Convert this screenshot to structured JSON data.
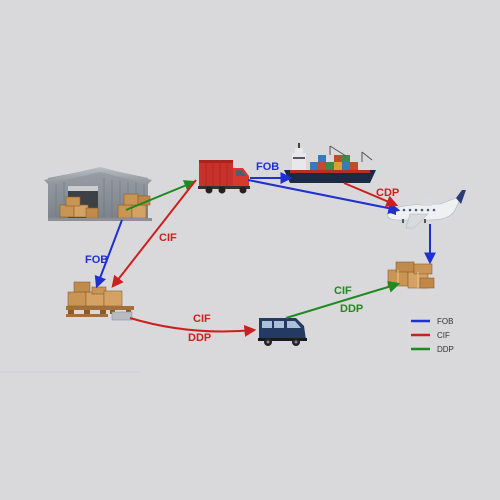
{
  "colors": {
    "background": "#d9d9dc",
    "fob": "#1f2fd0",
    "cif": "#cc1f1f",
    "ddp": "#1f8a1f"
  },
  "nodes": {
    "warehouse": {
      "icon": "warehouse-icon"
    },
    "truck": {
      "icon": "truck-icon"
    },
    "ship": {
      "icon": "cargo-ship-icon"
    },
    "plane": {
      "icon": "airplane-icon"
    },
    "pallet": {
      "icon": "boxes-on-pallet-icon"
    },
    "van": {
      "icon": "delivery-van-icon"
    },
    "destination_boxes": {
      "icon": "destination-boxes-icon"
    }
  },
  "edge_labels": {
    "truck_to_ship": "FOB",
    "ship_to_plane": "CDP",
    "warehouse_to_truck": "CIF",
    "warehouse_to_pallet": "FOB",
    "pallet_to_van_top": "CIF",
    "pallet_to_van_bottom": "DDP",
    "van_to_destination_top": "CIF",
    "van_to_destination_bottom": "DDP"
  },
  "legend": {
    "items": [
      {
        "label": "FOB",
        "color": "#1f2fd0"
      },
      {
        "label": "CIF",
        "color": "#cc1f1f"
      },
      {
        "label": "DDP",
        "color": "#1f8a1f"
      }
    ]
  }
}
